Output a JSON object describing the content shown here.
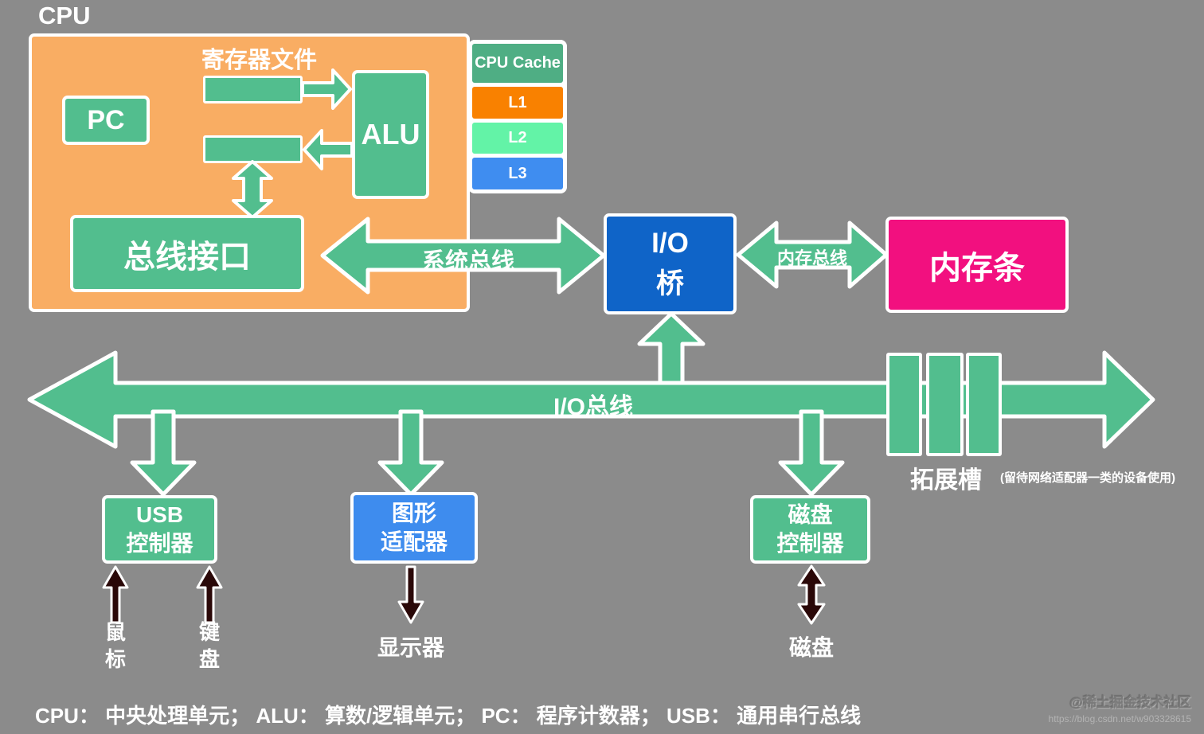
{
  "colors": {
    "background": "#8B8B8B",
    "cpu_box": "#F9AD63",
    "green": "#52BE8E",
    "cache_header": "#4FAE84",
    "l1": "#F98100",
    "l2": "#63F3A7",
    "l3": "#3F8DF0",
    "io_bridge": "#0F64C8",
    "memory_stick": "#F2107F",
    "graphics": "#3E8CEE",
    "dark_arrow": "#2A0808"
  },
  "cpu": {
    "title": "CPU",
    "pc": "PC",
    "register_file": "寄存器文件",
    "alu": "ALU",
    "bus_interface": "总线接口"
  },
  "cache": {
    "header": "CPU Cache",
    "levels": [
      "L1",
      "L2",
      "L3"
    ]
  },
  "buses": {
    "system": "系统总线",
    "memory": "内存总线",
    "io": "I/O总线"
  },
  "io_bridge": {
    "line1": "I/O",
    "line2": "桥"
  },
  "memory_stick": "内存条",
  "expansion": {
    "label": "拓展槽",
    "note": "(留待网络适配器一类的设备使用)"
  },
  "controllers": {
    "usb": {
      "line1": "USB",
      "line2": "控制器"
    },
    "graphics": {
      "line1": "图形",
      "line2": "适配器"
    },
    "disk": {
      "line1": "磁盘",
      "line2": "控制器"
    }
  },
  "peripherals": {
    "mouse": "鼠标",
    "keyboard": "键盘",
    "display": "显示器",
    "disk": "磁盘"
  },
  "legend": "CPU： 中央处理单元；  ALU： 算数/逻辑单元；  PC： 程序计数器；  USB： 通用串行总线",
  "watermark": {
    "line1": "@稀土掘金技术社区",
    "line2": "https://blog.csdn.net/w903328615"
  }
}
